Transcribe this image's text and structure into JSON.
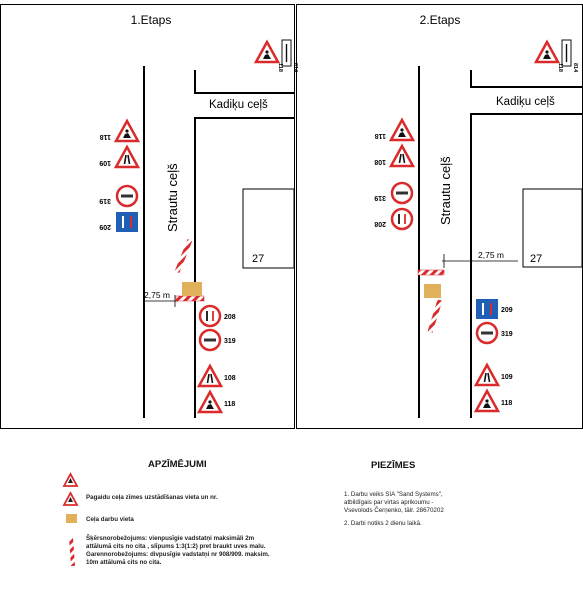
{
  "stage1": {
    "title": "1.Etaps",
    "street_horizontal": "Kadiķu ceļš",
    "street_vertical": "Strautu ceļš",
    "house_number": "27",
    "dimension": "2,75 m",
    "signs_left": [
      "118",
      "109",
      "319",
      "209"
    ],
    "signs_right": [
      "208",
      "319",
      "108",
      "118"
    ],
    "sign_top": [
      "118",
      "814"
    ]
  },
  "stage2": {
    "title": "2.Etaps",
    "street_horizontal": "Kadiķu ceļš",
    "street_vertical": "Strautu ceļš",
    "house_number": "27",
    "dimension": "2,75 m",
    "signs_left": [
      "118",
      "108",
      "319",
      "208"
    ],
    "signs_right": [
      "209",
      "319",
      "109",
      "118"
    ],
    "sign_top": [
      "118",
      "814"
    ]
  },
  "legend": {
    "title": "APZĪMĒJUMI",
    "sign_place": "Pagaidu ceļa zīmes uzstādīšanas vieta un nr.",
    "work_place": "Ceļa darbu vieta",
    "barrier_line1": "Šķērsnorobežojums: vienpusīgie vadstatņi maksimāli 2m",
    "barrier_line2": "attālumā cits no cita , slīpums 1:3(1:2) pret braukt uves malu.",
    "barrier_line3": "Garennorobežojums: divpusīgie vadstatņi nr 908/909. maksim.",
    "barrier_line4": "10m attālumā cits no cita."
  },
  "notes": {
    "title": "PIEZĪMES",
    "line1": "1. Darbu veiks SIA \"Sand Systems\",",
    "line2": "atbildīgais par vi",
    "line2b": "rtas aprikoumu -",
    "line3": "Vsevolods Čerņenko, tālr. 28670202",
    "line4": "2. Darbi notiks 2 dienu laikā."
  },
  "colors": {
    "sign_red": "#d92b2b",
    "sign_blue": "#1f5fb5",
    "work_area": "#e0b05a",
    "line": "#000000"
  }
}
